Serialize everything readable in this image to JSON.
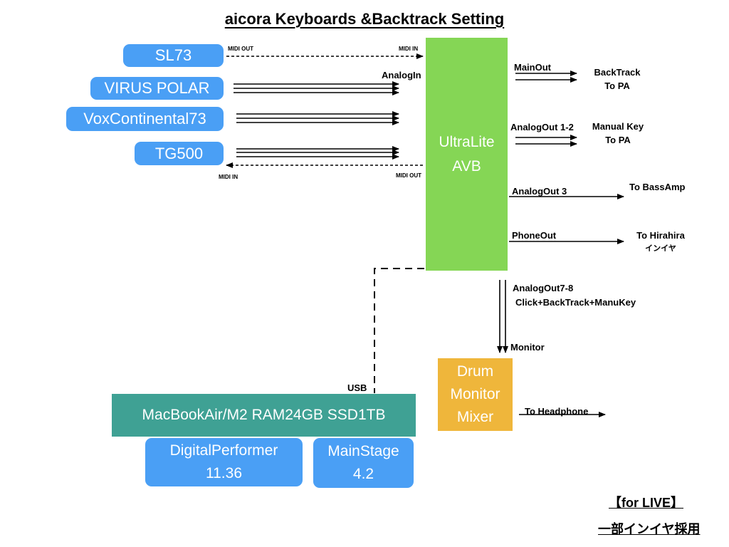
{
  "title": "aicora Keyboards &Backtrack Setting",
  "keyboards": {
    "sl73": "SL73",
    "virus": "VIRUS POLAR",
    "vox": "VoxContinental73",
    "tg500": "TG500"
  },
  "interface": {
    "line1": "UltraLite",
    "line2": "AVB"
  },
  "computer": "MacBookAir/M2 RAM24GB SSD1TB",
  "software": {
    "dp_name": "DigitalPerformer",
    "dp_version": "11.36",
    "ms_name": "MainStage",
    "ms_version": "4.2"
  },
  "mixer": {
    "line1": "Drum",
    "line2": "Monitor",
    "line3": "Mixer"
  },
  "labels": {
    "midi_out_left": "MIDI OUT",
    "midi_in_right": "MIDI IN",
    "analog_in": "AnalogIn",
    "midi_in_left": "MIDI IN",
    "midi_out_right": "MIDI OUT",
    "main_out": "MainOut",
    "backtrack_l1": "BackTrack",
    "backtrack_l2": "To PA",
    "analog_out12": "AnalogOut 1-2",
    "manualkey_l1": "Manual Key",
    "manualkey_l2": "To PA",
    "analog_out3": "AnalogOut 3",
    "to_bassamp": "To BassAmp",
    "phone_out": "PhoneOut",
    "to_hirahira_l1": "To Hirahira",
    "to_hirahira_l2": "インイヤ",
    "analog_out78": "AnalogOut7-8",
    "click_mix": "Click+BackTrack+ManuKey",
    "monitor": "Monitor",
    "usb": "USB",
    "to_headphone": "To Headphone"
  },
  "footer": {
    "line1": "【for LIVE】",
    "line2": "一部インイヤ採用"
  }
}
